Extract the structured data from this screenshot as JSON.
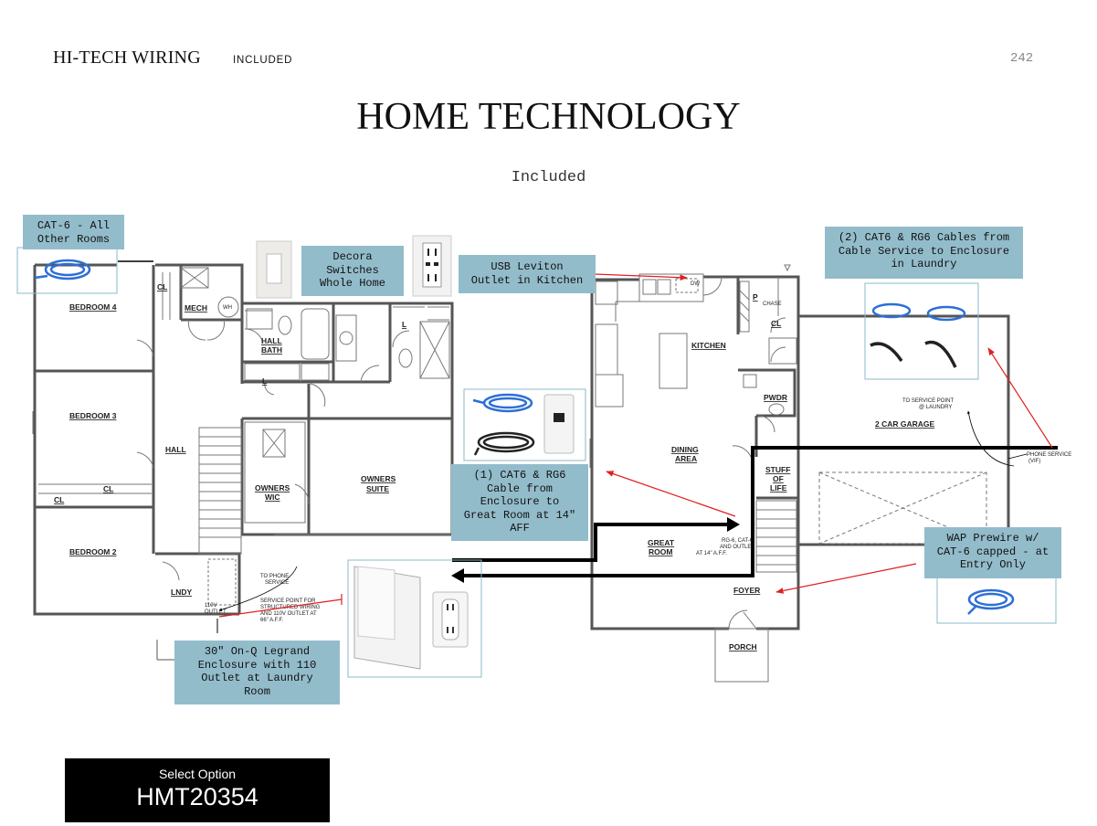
{
  "header": {
    "title": "HI-TECH WIRING",
    "status": "INCLUDED",
    "page_number": "242"
  },
  "main": {
    "title": "HOME TECHNOLOGY",
    "subtitle": "Included"
  },
  "callouts": {
    "cat6_all_rooms": "CAT-6 - All\nOther Rooms",
    "decora_switches": "Decora\nSwitches\nWhole Home",
    "usb_outlet": "USB  Leviton\nOutlet in Kitchen",
    "cables_to_laundry": "(2) CAT6 & RG6 Cables from\nCable Service to Enclosure\nin Laundry",
    "cable_to_great_room": "(1) CAT6 & RG6\nCable from\nEnclosure to\nGreat Room at 14\"\nAFF",
    "wap_prewire": "WAP Prewire  w/\nCAT-6 capped - at\nEntry Only",
    "enclosure": "30\" On-Q Legrand\nEnclosure with 110\nOutlet at Laundry\nRoom"
  },
  "rooms": {
    "bedroom4": "BEDROOM 4",
    "bedroom3": "BEDROOM 3",
    "bedroom2": "BEDROOM 2",
    "mech": "MECH",
    "wh": "WH",
    "cl": "CL",
    "l": "L",
    "hall_bath_1": "HALL",
    "hall_bath_2": "BATH",
    "hall": "HALL",
    "owners_wic_1": "OWNERS",
    "owners_wic_2": "WIC",
    "owners_suite_1": "OWNERS",
    "owners_suite_2": "SUITE",
    "lndy": "LNDY",
    "kitchen": "KITCHEN",
    "p": "P",
    "chase": "CHASE",
    "pwdr": "PWDR",
    "dining_1": "DINING",
    "dining_2": "AREA",
    "stuff_1": "STUFF",
    "stuff_2": "OF",
    "stuff_3": "LIFE",
    "great_room_1": "GREAT",
    "great_room_2": "ROOM",
    "foyer": "FOYER",
    "porch": "PORCH",
    "garage": "2 CAR GARAGE",
    "dw": "DW"
  },
  "notes": {
    "to_phone_1": "TO PHONE",
    "to_phone_2": "SERVICE",
    "service_point_1": "SERVICE POINT FOR",
    "service_point_2": "STRUCTURED WIRING",
    "service_point_3": "AND 110V OUTLET AT",
    "service_point_4": "66\" A.F.F.",
    "v110_1": "110V",
    "v110_2": "OUTLET",
    "rg6_1": "RG-6, CAT-6",
    "rg6_2": "AND OUTLET",
    "rg6_3": "AT 14\" A.F.F.",
    "to_service_1": "TO SERVICE POINT",
    "to_service_2": "@ LAUNDRY",
    "phone_service_1": "PHONE SERVICE",
    "phone_service_2": "(VIF)"
  },
  "select": {
    "label": "Select Option",
    "code": "HMT20354"
  },
  "colors": {
    "callout": "#93bccb",
    "arrow": "#e02020",
    "wire": "#000000"
  }
}
